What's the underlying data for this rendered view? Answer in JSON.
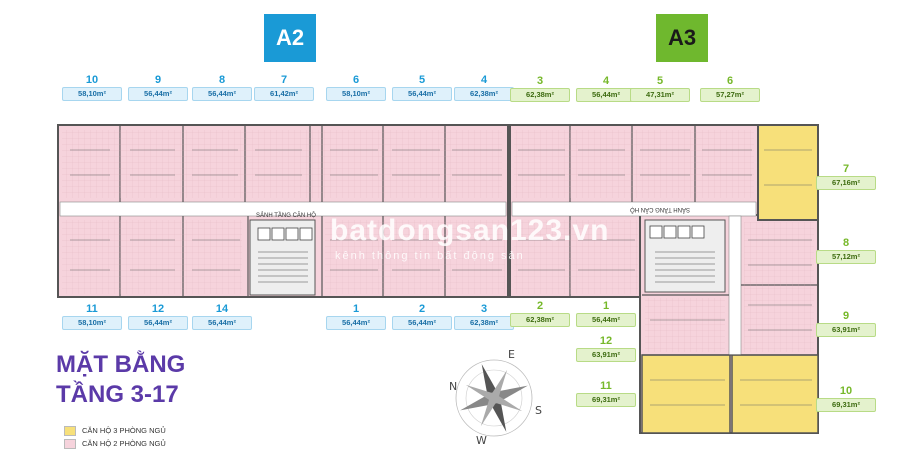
{
  "towers": {
    "a2": "A2",
    "a3": "A3"
  },
  "colors": {
    "a2_badge": "#1a9ad6",
    "a3_badge": "#6fb82e",
    "three_bedroom": "#f7e07a",
    "two_bedroom": "#f6d3dc",
    "title": "#5b3aa8"
  },
  "units_a2_top": [
    {
      "num": "10",
      "area": "58,10m²"
    },
    {
      "num": "9",
      "area": "56,44m²"
    },
    {
      "num": "8",
      "area": "56,44m²"
    },
    {
      "num": "7",
      "area": "61,42m²"
    },
    {
      "num": "6",
      "area": "58,10m²"
    },
    {
      "num": "5",
      "area": "56,44m²"
    },
    {
      "num": "4",
      "area": "62,38m²"
    }
  ],
  "units_a2_bottom": [
    {
      "num": "11",
      "area": "58,10m²"
    },
    {
      "num": "12",
      "area": "56,44m²"
    },
    {
      "num": "14",
      "area": "56,44m²"
    },
    {
      "num": "1",
      "area": "56,44m²"
    },
    {
      "num": "2",
      "area": "56,44m²"
    },
    {
      "num": "3",
      "area": "62,38m²"
    }
  ],
  "units_a3_top": [
    {
      "num": "3",
      "area": "62,38m²"
    },
    {
      "num": "4",
      "area": "56,44m²"
    },
    {
      "num": "5",
      "area": "47,31m²"
    },
    {
      "num": "6",
      "area": "57,27m²"
    }
  ],
  "units_a3_right": [
    {
      "num": "7",
      "area": "67,16m²"
    },
    {
      "num": "8",
      "area": "57,12m²"
    },
    {
      "num": "9",
      "area": "63,91m²"
    },
    {
      "num": "10",
      "area": "69,31m²"
    }
  ],
  "units_a3_left": [
    {
      "num": "2",
      "area": "62,38m²"
    },
    {
      "num": "1",
      "area": "56,44m²"
    },
    {
      "num": "12",
      "area": "63,91m²"
    },
    {
      "num": "11",
      "area": "69,31m²"
    }
  ],
  "lobby_a2": "SẢNH TẦNG CĂN HỘ",
  "lobby_a3": "SẢNH TẦNG CĂN HỘ",
  "title": {
    "line1": "MẶT BẰNG",
    "line2": "TẦNG 3-17"
  },
  "legend": {
    "three_bedroom": "CĂN HỘ 3 PHÒNG NGỦ",
    "two_bedroom": "CĂN HỘ 2 PHÒNG NGỦ"
  },
  "compass": {
    "n": "N",
    "s": "S",
    "e": "E",
    "w": "W"
  },
  "watermark": {
    "main": "batdongsan123.vn",
    "sub": "kênh thông tin bất động sản"
  }
}
